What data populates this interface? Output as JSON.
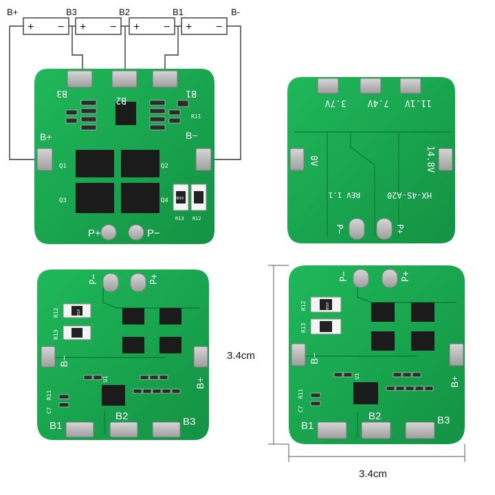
{
  "wiring": {
    "bplus": "B+",
    "b3": "B3",
    "b2": "B2",
    "b1": "B1",
    "bminus": "B-",
    "cell_plus": "+",
    "cell_minus": "−"
  },
  "board1": {
    "pad_b3": "B3",
    "pad_b2": "B2",
    "pad_b1": "B1",
    "pad_bplus": "B+",
    "pad_bminus": "B−",
    "q1": "Q1",
    "q2": "Q2",
    "q3": "Q3",
    "q4": "Q4",
    "r11": "R11",
    "r12": "R12",
    "r13": "R13",
    "pplus": "P+",
    "pminus": "P−",
    "res_code": "R010"
  },
  "board2": {
    "v1": "11.1V",
    "v2": "7.4V",
    "v3": "3.7V",
    "v0": "0V",
    "v4": "14.8V",
    "model": "HX-4S-A20",
    "rev": "REV 1.1",
    "pminus": "P−",
    "pplus": "P+"
  },
  "board3": {
    "pminus": "P−",
    "pplus": "P+",
    "r12": "R12",
    "r13": "R13",
    "bminus": "B−",
    "bplus": "B+",
    "r11": "R11",
    "c7": "C7",
    "u1": "U1",
    "b1": "B1",
    "b2": "B2",
    "b3": "B3",
    "res_code": "R010"
  },
  "board4": {
    "pminus": "P−",
    "pplus": "P+",
    "r12": "R12",
    "r13": "R13",
    "bminus": "B−",
    "bplus": "B+",
    "r11": "R11",
    "c7": "C7",
    "u1": "U1",
    "b1": "B1",
    "b2": "B2",
    "b3": "B3",
    "res_code": "R010"
  },
  "dimensions": {
    "height": "3.4cm",
    "width": "3.4cm"
  },
  "colors": {
    "pcb": "#15a34a",
    "pcb_light": "#1fb85a",
    "pad": "#b9b9b9",
    "chip": "#1b1b1b",
    "wire": "#333333"
  }
}
